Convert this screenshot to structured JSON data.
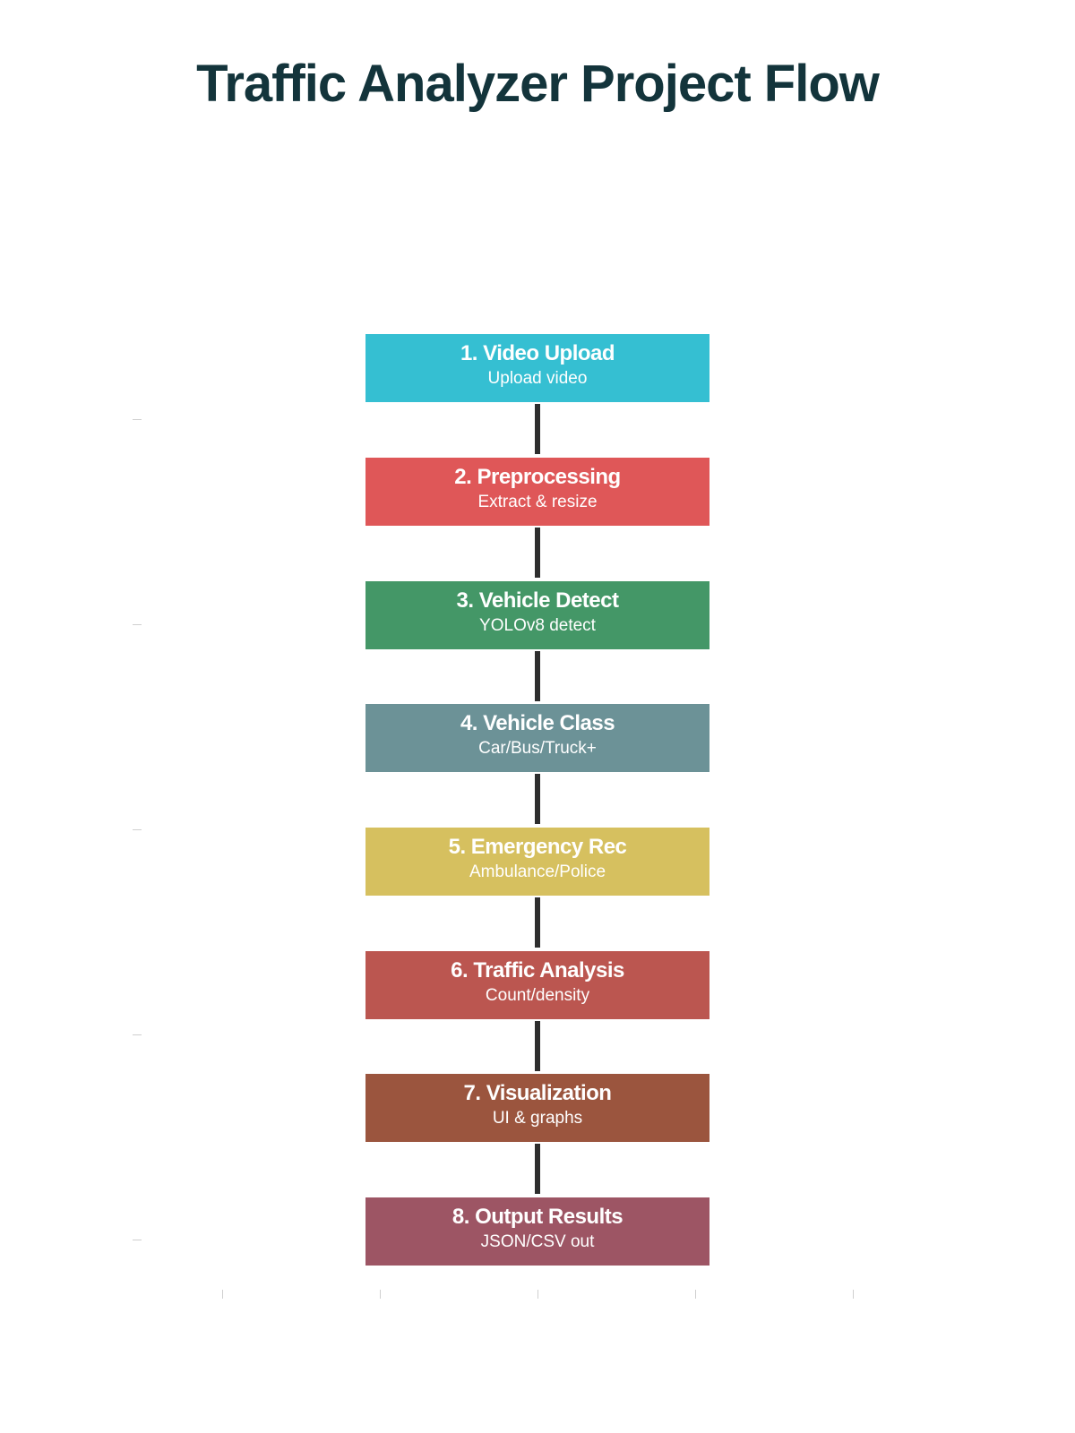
{
  "title": "Traffic Analyzer Project Flow",
  "steps": [
    {
      "title": "1. Video Upload",
      "subtitle": "Upload video",
      "color": "#35bfd2"
    },
    {
      "title": "2. Preprocessing",
      "subtitle": "Extract & resize",
      "color": "#df5758"
    },
    {
      "title": "3. Vehicle Detect",
      "subtitle": "YOLOv8 detect",
      "color": "#449767"
    },
    {
      "title": "4. Vehicle Class",
      "subtitle": "Car/Bus/Truck+",
      "color": "#6c9297"
    },
    {
      "title": "5. Emergency Rec",
      "subtitle": "Ambulance/Police",
      "color": "#d6c05f"
    },
    {
      "title": "6. Traffic Analysis",
      "subtitle": "Count/density",
      "color": "#bb5650"
    },
    {
      "title": "7. Visualization",
      "subtitle": "UI & graphs",
      "color": "#9b553e"
    },
    {
      "title": "8. Output Results",
      "subtitle": "JSON/CSV out",
      "color": "#9d5564"
    }
  ],
  "connector_color": "#2e2e2e"
}
